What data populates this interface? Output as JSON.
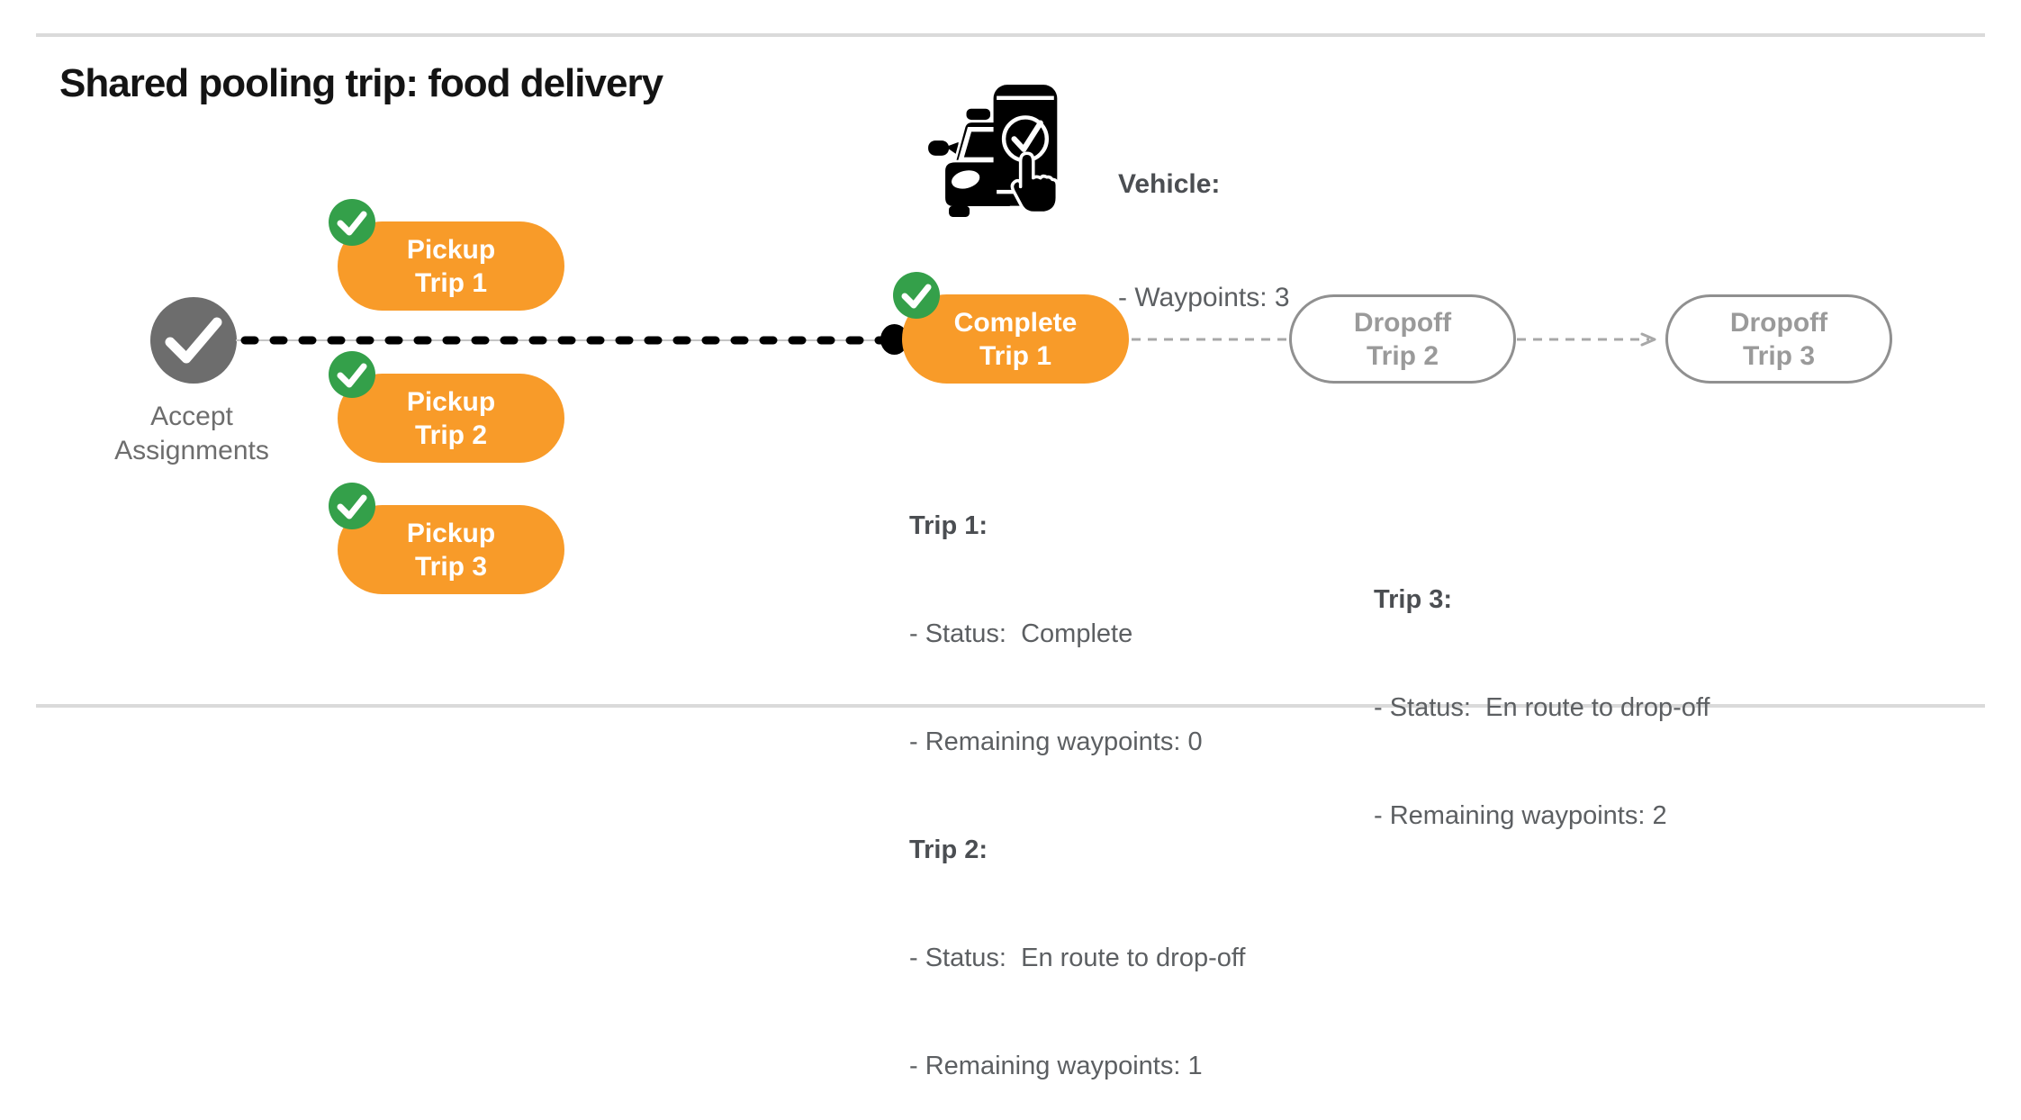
{
  "title": "Shared pooling trip: food delivery",
  "vehicle": {
    "icon": "car-phone-check-icon",
    "heading": "Vehicle:",
    "waypoints_line": "- Waypoints: 3"
  },
  "flow": {
    "start": {
      "icon": "checkmark-icon",
      "label": "Accept Assignments"
    },
    "nodes": {
      "pickup1": {
        "line1": "Pickup",
        "line2": "Trip 1",
        "badge": "check-badge"
      },
      "pickup2": {
        "line1": "Pickup",
        "line2": "Trip 2",
        "badge": "check-badge"
      },
      "pickup3": {
        "line1": "Pickup",
        "line2": "Trip 3",
        "badge": "check-badge"
      },
      "complete1": {
        "line1": "Complete",
        "line2": "Trip 1",
        "badge": "check-badge"
      },
      "dropoff2": {
        "line1": "Dropoff",
        "line2": "Trip 2"
      },
      "dropoff3": {
        "line1": "Dropoff",
        "line2": "Trip 3"
      }
    }
  },
  "status": {
    "block1": {
      "trip1_heading": "Trip 1:",
      "trip1_status": "- Status:  Complete",
      "trip1_waypoints": "- Remaining waypoints: 0",
      "trip2_heading": "Trip 2:",
      "trip2_status": "- Status:  En route to drop-off",
      "trip2_waypoints": "- Remaining waypoints: 1"
    },
    "block2": {
      "trip3_heading": "Trip 3:",
      "trip3_status": "- Status:  En route to drop-off",
      "trip3_waypoints": "- Remaining waypoints: 2"
    }
  },
  "colors": {
    "orange": "#F89B29",
    "green": "#34A04A",
    "node_gray": "#6D6D6D",
    "outline_gray": "#909090",
    "muted_text": "#9A9A9A",
    "body_text": "#5C5F62",
    "heading_text": "#4B4E52",
    "title_text": "#141414",
    "rule_gray": "#DADADA",
    "connector_gray": "#A8A8A8",
    "icon_black": "#000000"
  }
}
